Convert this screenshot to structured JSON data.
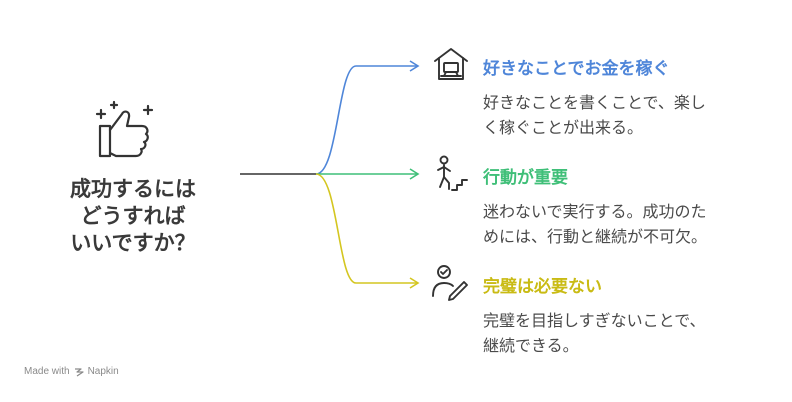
{
  "center": {
    "question_lines": [
      "成功するには",
      "どうすれば",
      "いいですか？"
    ]
  },
  "branches": [
    {
      "title": "好きなことでお金を稼ぐ",
      "desc_lines": [
        "好きなことを書くことで、楽し",
        "く稼ぐことが出来る。"
      ],
      "color": "#4f86d9",
      "icon": "house-laptop-icon"
    },
    {
      "title": "行動が重要",
      "desc_lines": [
        "迷わないで実行する。成功のた",
        "めには、行動と継続が不可欠。"
      ],
      "color": "#3fbf78",
      "icon": "person-stairs-icon"
    },
    {
      "title": "完璧は必要ない",
      "desc_lines": [
        "完璧を目指しすぎないことで、",
        "継続できる。"
      ],
      "color": "#d4c620",
      "icon": "person-pencil-icon"
    }
  ],
  "footer": {
    "made_with": "Made with",
    "brand": "Napkin"
  },
  "center_icon": "thumbs-up-sparkle-icon",
  "line_color": "#333333"
}
